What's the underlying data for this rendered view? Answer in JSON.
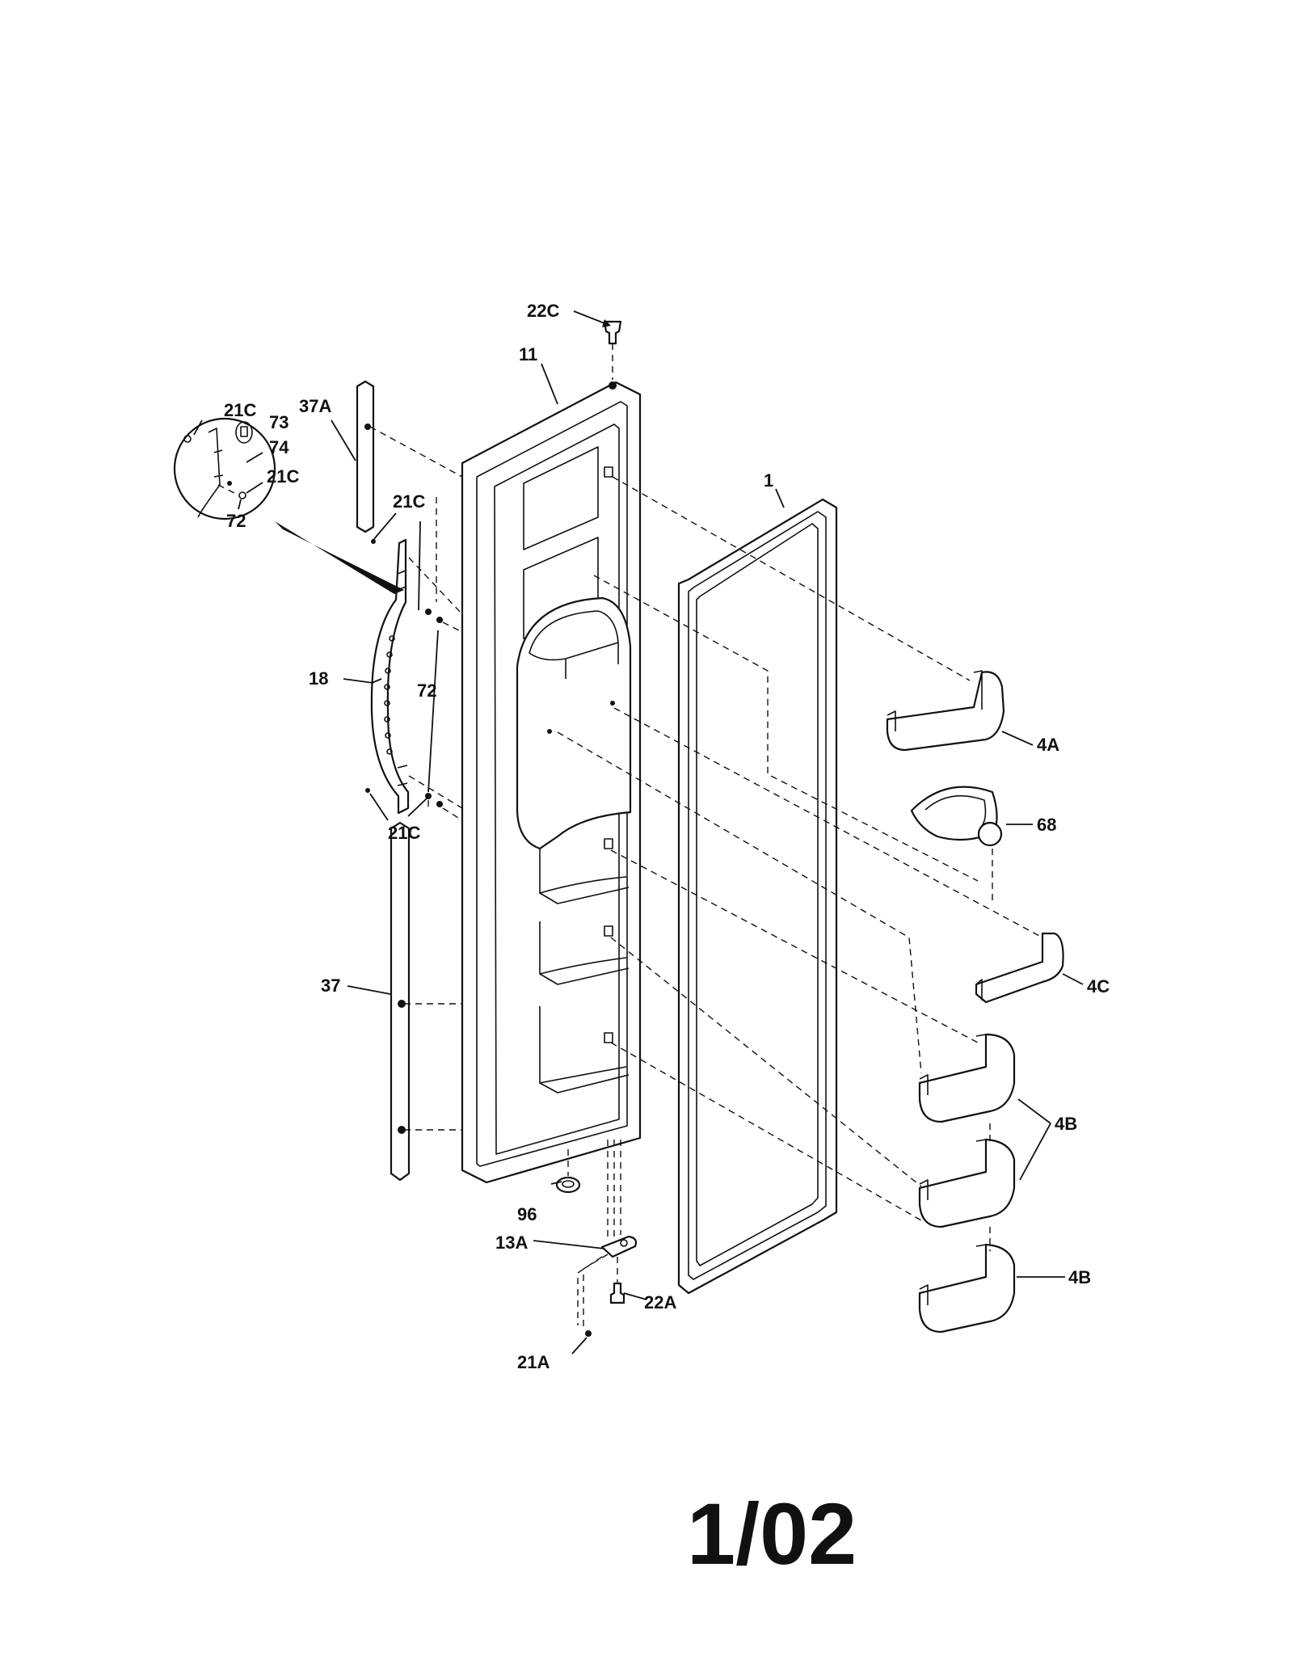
{
  "labels": {
    "l22C_top": "22C",
    "l11": "11",
    "l1": "1",
    "l37A": "37A",
    "l21C_inset1": "21C",
    "l73": "73",
    "l74": "74",
    "l21C_inset2": "21C",
    "l72_inset": "72",
    "l21C_upper": "21C",
    "l18": "18",
    "l72": "72",
    "l21C_lower": "21C",
    "l37": "37",
    "l96": "96",
    "l13A": "13A",
    "l22A": "22A",
    "l21A": "21A",
    "l4A": "4A",
    "l68": "68",
    "l4C": "4C",
    "l4B_mid": "4B",
    "l4B_low": "4B"
  },
  "footer": {
    "revision": "1/02"
  }
}
